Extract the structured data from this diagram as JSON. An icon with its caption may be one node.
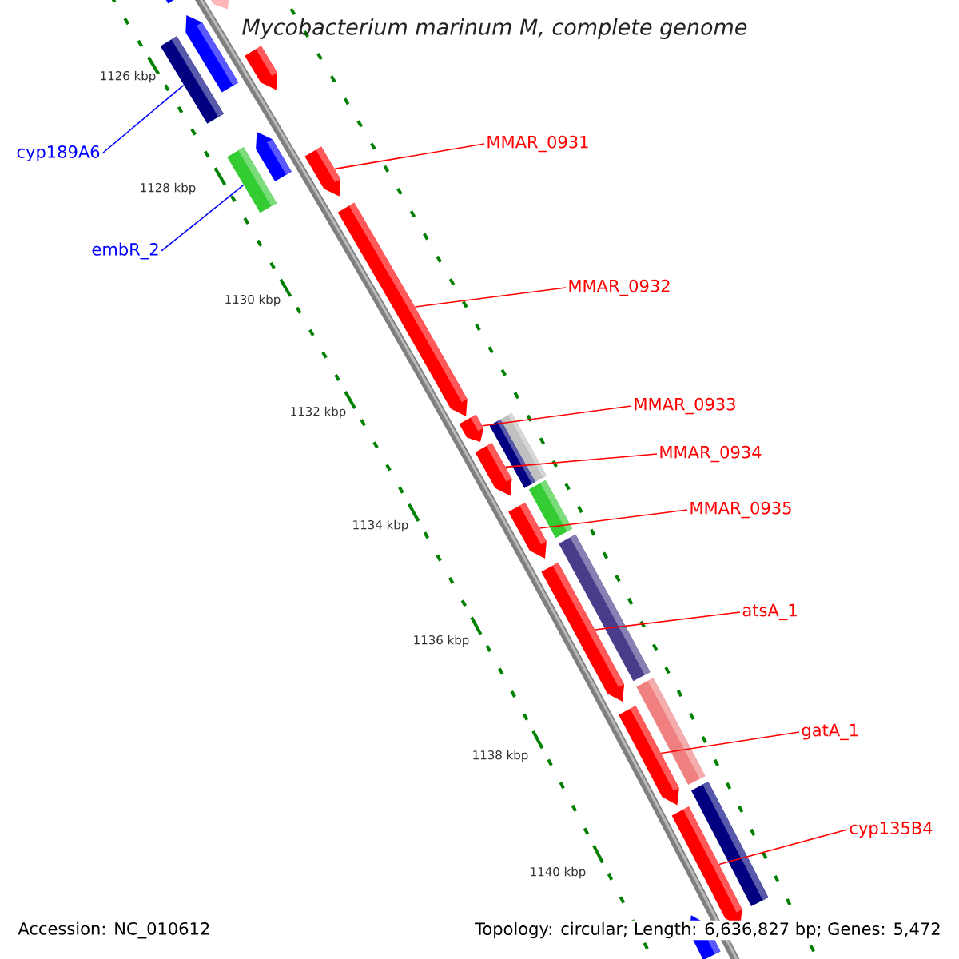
{
  "diagram": {
    "title": "Mycobacterium marinum M, complete genome",
    "nodes": [
      {
        "text": [
          "cyp189A6"
        ]
      },
      {
        "text": [
          "embR_2"
        ]
      },
      {
        "text": [
          "MMAR_0931"
        ]
      },
      {
        "text": [
          "MMAR_0932"
        ]
      },
      {
        "text": [
          "MMAR_0933"
        ]
      },
      {
        "text": [
          "MMAR_0934"
        ]
      },
      {
        "text": [
          "MMAR_0935"
        ]
      },
      {
        "text": [
          "atsA_1"
        ]
      },
      {
        "text": [
          "gatA_1"
        ]
      },
      {
        "text": [
          "cyp135B4"
        ]
      },
      {
        "text": [],
        "shape": "bar"
      },
      {
        "text": [],
        "shape": "bar"
      },
      {
        "text": [],
        "shape": "bar"
      },
      {
        "text": [],
        "shape": "bar"
      },
      {
        "text": [],
        "shape": "bar"
      },
      {
        "text": [],
        "shape": "bar"
      },
      {
        "text": [],
        "shape": "bar"
      },
      {
        "text": [],
        "shape": "bar"
      },
      {
        "text": [],
        "shape": "bar"
      },
      {
        "text": [],
        "shape": "bar"
      },
      {
        "text": [],
        "shape": "bar"
      },
      {
        "text": [],
        "shape": "bar"
      },
      {
        "text": [],
        "shape": "bar"
      },
      {
        "text": [],
        "shape": "bar"
      },
      {
        "text": [],
        "shape": "bar"
      },
      {
        "text": [],
        "shape": "bar"
      },
      {
        "text": [],
        "shape": "bar"
      },
      {
        "text": [],
        "shape": "bar"
      },
      {
        "text": [],
        "shape": "bar"
      },
      {
        "text": [],
        "shape": "bar"
      },
      {
        "text": [],
        "shape": "bar"
      },
      {
        "text": [],
        "shape": "bar"
      }
    ],
    "edges": [
      {
        "from": 0,
        "to": 12,
        "arrow": "none",
        "color": "#0000ff"
      },
      {
        "from": 1,
        "to": 15,
        "arrow": "none",
        "color": "#0000ff"
      },
      {
        "from": 2,
        "to": 17,
        "arrow": "none"
      },
      {
        "from": 3,
        "to": 18,
        "arrow": "none"
      },
      {
        "from": 4,
        "to": 19,
        "arrow": "none"
      },
      {
        "from": 5,
        "to": 22,
        "arrow": "none"
      },
      {
        "from": 6,
        "to": 24,
        "arrow": "none"
      },
      {
        "from": 7,
        "to": 26,
        "arrow": "none"
      },
      {
        "from": 8,
        "to": 28,
        "arrow": "none"
      },
      {
        "from": 9,
        "to": 30,
        "arrow": "none"
      }
    ],
    "labels": [
      "1126 kbp",
      "1128 kbp",
      "1130 kbp",
      "1132 kbp",
      "1134 kbp",
      "1136 kbp",
      "1138 kbp",
      "1140 kbp",
      "Accession: NC_010612",
      "Topology: circular; Length: 6,636,827 bp; Genes: 5,472"
    ]
  }
}
